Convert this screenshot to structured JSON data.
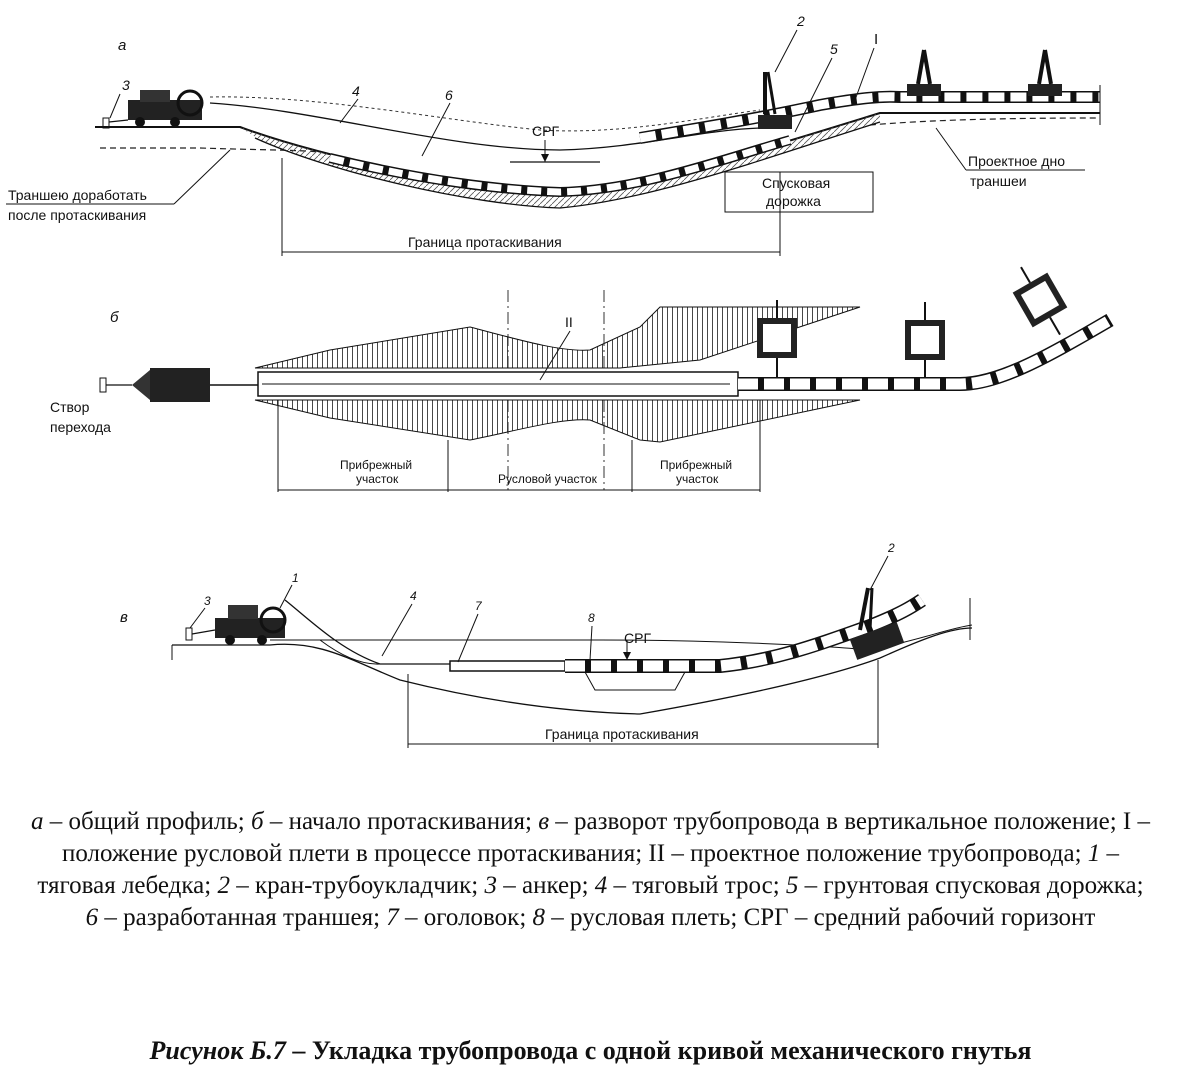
{
  "panel_a": {
    "letter": "а",
    "callouts": {
      "n1": "I",
      "n2": "2",
      "n3": "3",
      "n4": "4",
      "n5": "5",
      "n6": "6"
    },
    "srg": "СРГ",
    "left_note_line1": "Траншею доработать",
    "left_note_line2": "после протаскивания",
    "design_bottom_line1": "Проектное дно",
    "design_bottom_line2": "траншеи",
    "launch_track_line1": "Спусковая",
    "launch_track_line2": "дорожка",
    "pulling_limit": "Граница протаскивания"
  },
  "panel_b": {
    "letter": "б",
    "roman": "II",
    "crossing_line1": "Створ",
    "crossing_line2": "перехода",
    "coastal_left_line1": "Прибрежный",
    "coastal_left_line2": "участок",
    "channel": "Русловой участок",
    "coastal_right_line1": "Прибрежный",
    "coastal_right_line2": "участок"
  },
  "panel_v": {
    "letter": "в",
    "callouts": {
      "n1": "1",
      "n2": "2",
      "n3": "3",
      "n4": "4",
      "n7": "7",
      "n8": "8"
    },
    "srg": "СРГ",
    "pulling_limit": "Граница протаскивания"
  },
  "caption": {
    "a": "а",
    "a_text": " – общий профиль; ",
    "b": "б",
    "b_text": " – начало протаскивания; ",
    "v": "в",
    "v_text": " – разворот трубопровода в вертикальное положение; I – положение русловой плети в процессе протаскивания; II – проектное положение трубопровода; ",
    "n1": "1",
    "t1": " – тяговая лебедка; ",
    "n2": "2",
    "t2": " – кран-трубоукладчик; ",
    "n3": "3",
    "t3": " – анкер; ",
    "n4": "4",
    "t4": " – тяговый трос; ",
    "n5": "5",
    "t5": " – грунтовая спусковая дорожка; ",
    "n6": "6",
    "t6": " – разработанная траншея; ",
    "n7": "7",
    "t7": " – оголовок; ",
    "n8": "8",
    "t8": " – русловая плеть; СРГ – средний рабочий горизонт"
  },
  "title": {
    "prefix": "Рисунок Б.7",
    "rest": " – Укладка трубопровода с одной кривой механического гнутья"
  }
}
